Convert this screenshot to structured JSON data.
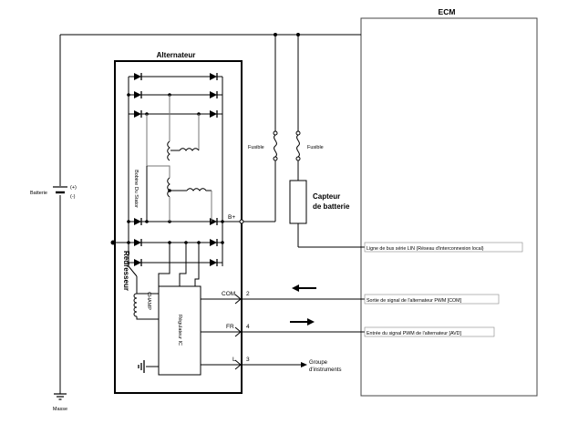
{
  "ecm": {
    "title": "ECM"
  },
  "alternator": {
    "title": "Alternateur"
  },
  "coils": {
    "stator": "Bobine Du Stator",
    "field": "CHAMP"
  },
  "rectifier": {
    "label": "Redresseur"
  },
  "regulator": {
    "label": "Régulateur IC"
  },
  "battery": {
    "label": "Batterie",
    "plus": "(+)",
    "minus": "(-)"
  },
  "ground": {
    "label": "Masse"
  },
  "fuses": [
    {
      "label": "Fusible"
    },
    {
      "label": "Fusible"
    }
  ],
  "sensor": {
    "line1": "Capteur",
    "line2": "de batterie"
  },
  "terminals": {
    "bplus": "B+",
    "com": "COM",
    "fr": "FR",
    "l": "L"
  },
  "pins": {
    "com": "2",
    "fr": "4",
    "l": "3"
  },
  "ecm_signals": {
    "lin": "Ligne de bus série LIN (Réseau d'interconnexion local)",
    "pwm_com": "Sortie de signal de l'alternateur PWM [COM]",
    "pwm_avd": "Entrée du signal PWM de l'alternateur [AVD]"
  },
  "cluster": {
    "line1": "Groupe",
    "line2": "d'instruments"
  }
}
